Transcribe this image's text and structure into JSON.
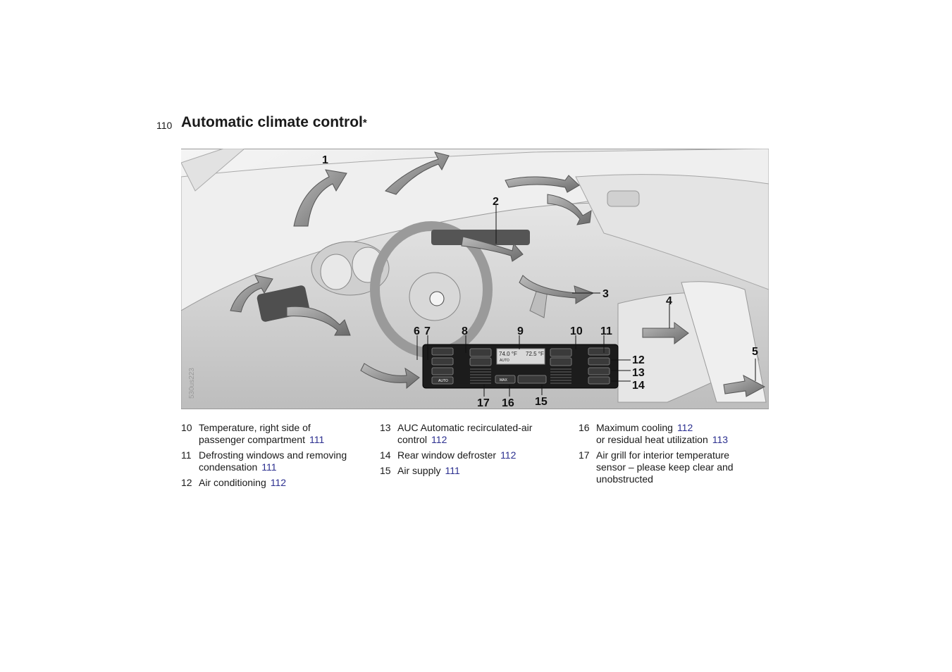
{
  "header": {
    "page_number": "110",
    "title": "Automatic climate control",
    "title_mark": "*"
  },
  "figure": {
    "code": "530us223",
    "callouts": [
      "1",
      "2",
      "3",
      "4",
      "5",
      "6",
      "7",
      "8",
      "9",
      "10",
      "11",
      "12",
      "13",
      "14",
      "15",
      "16",
      "17"
    ],
    "display": {
      "left_temp": "74.0 °F",
      "right_temp": "72.5 °F",
      "mode": "AUTO"
    },
    "buttons": {
      "auto": "AUTO",
      "max": "MAX"
    }
  },
  "legend": [
    [
      {
        "num": "10",
        "lines": [
          {
            "text": "Temperature, right side of"
          },
          {
            "text": "passenger compartment",
            "ref": "111"
          }
        ]
      },
      {
        "num": "11",
        "lines": [
          {
            "text": "Defrosting windows and removing"
          },
          {
            "text": "condensation",
            "ref": "111"
          }
        ]
      },
      {
        "num": "12",
        "lines": [
          {
            "text": "Air conditioning",
            "ref": "112"
          }
        ]
      }
    ],
    [
      {
        "num": "13",
        "lines": [
          {
            "text": "AUC Automatic recirculated-air"
          },
          {
            "text": "control",
            "ref": "112"
          }
        ]
      },
      {
        "num": "14",
        "lines": [
          {
            "text": "Rear window defroster",
            "ref": "112"
          }
        ]
      },
      {
        "num": "15",
        "lines": [
          {
            "text": "Air supply",
            "ref": "111"
          }
        ]
      }
    ],
    [
      {
        "num": "16",
        "lines": [
          {
            "text": "Maximum cooling",
            "ref": "112"
          },
          {
            "text": "or residual heat utilization",
            "ref": "113"
          }
        ]
      },
      {
        "num": "17",
        "lines": [
          {
            "text": "Air grill for interior temperature"
          },
          {
            "text": "sensor – please keep clear and"
          },
          {
            "text": "unobstructed"
          }
        ]
      }
    ]
  ]
}
